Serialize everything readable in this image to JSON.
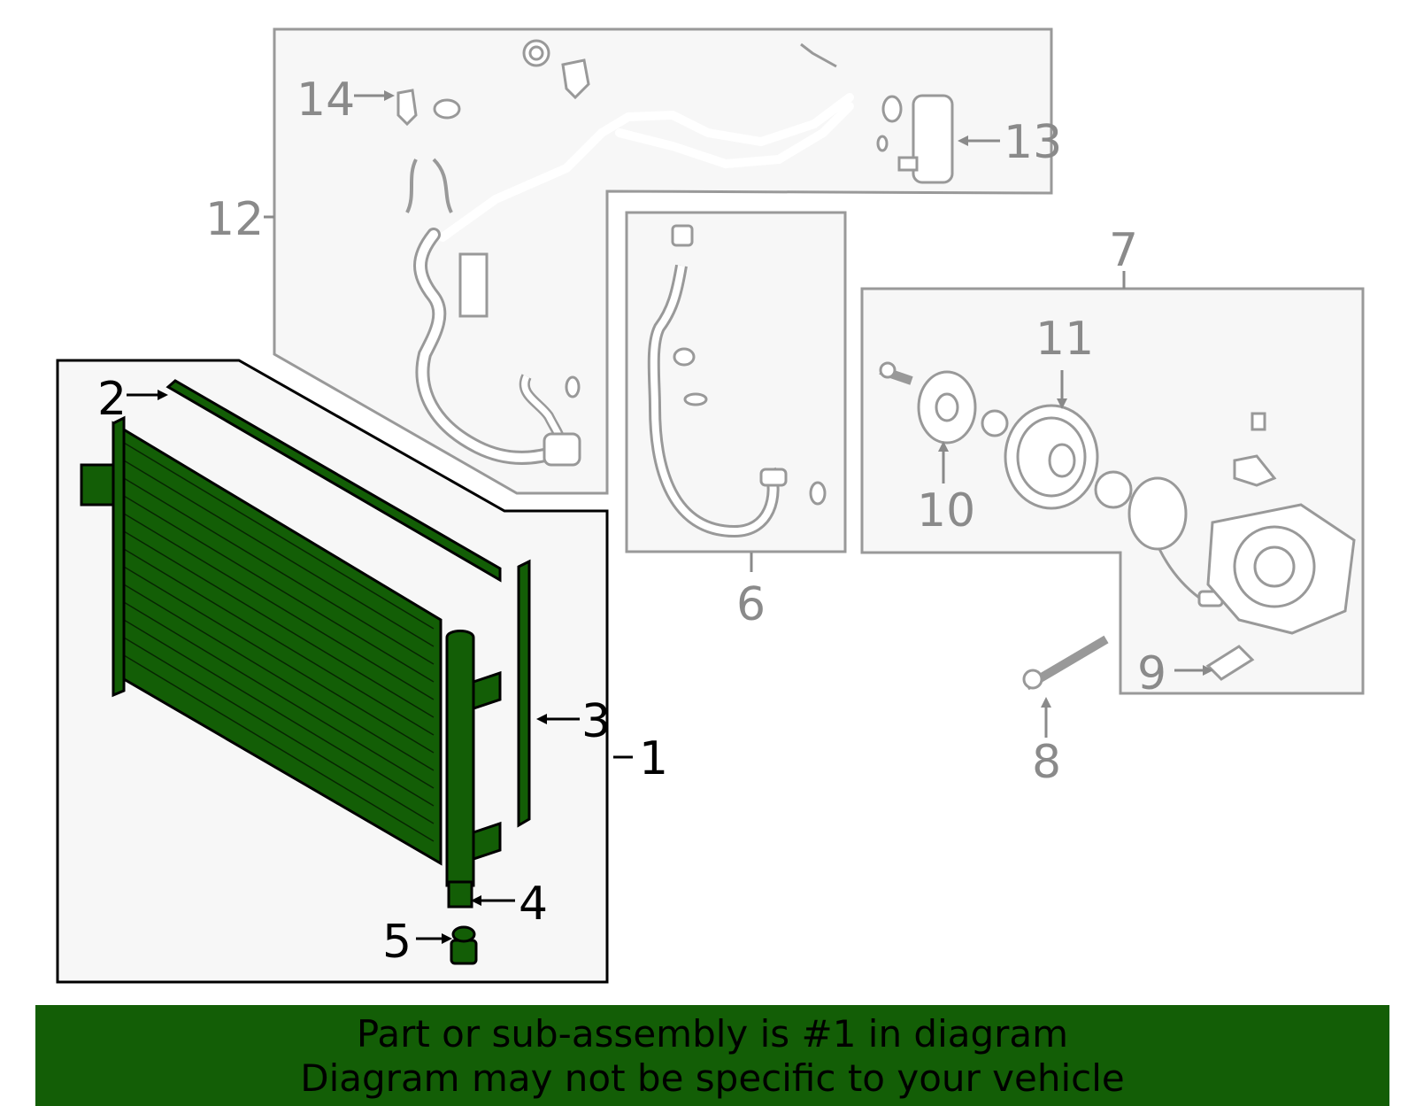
{
  "diagram": {
    "callouts": {
      "c1": "1",
      "c2": "2",
      "c3": "3",
      "c4": "4",
      "c5": "5",
      "c6": "6",
      "c7": "7",
      "c8": "8",
      "c9": "9",
      "c10": "10",
      "c11": "11",
      "c12": "12",
      "c13": "13",
      "c14": "14"
    }
  },
  "banner": {
    "line1": "Part or sub-assembly is #1 in diagram",
    "line2": "Diagram may not be specific to your vehicle"
  },
  "colors": {
    "highlight": "#135e06",
    "panel_border_gray": "#999999",
    "panel_fill": "#f7f7f7"
  }
}
